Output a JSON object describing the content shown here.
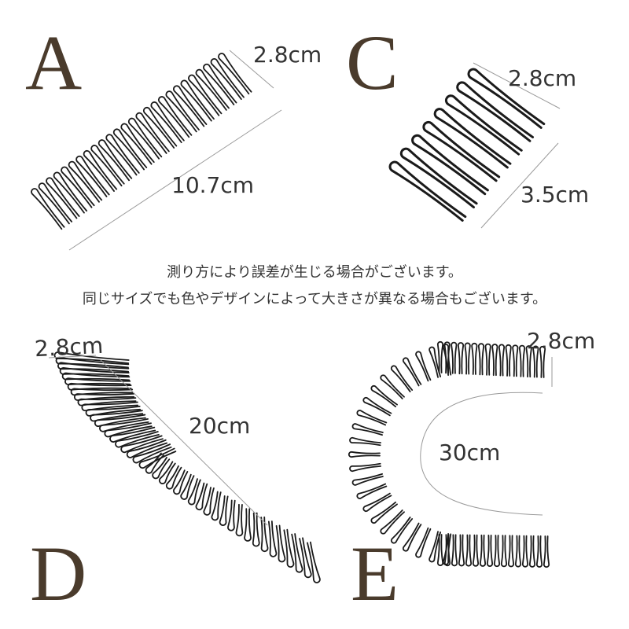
{
  "products": {
    "a": {
      "letter": "A",
      "width": "2.8cm",
      "length": "10.7cm"
    },
    "c": {
      "letter": "C",
      "width": "2.8cm",
      "length": "3.5cm"
    },
    "d": {
      "letter": "D",
      "width": "2.8cm",
      "length": "20cm"
    },
    "e": {
      "letter": "E",
      "width": "2.8cm",
      "length": "30cm"
    }
  },
  "notes": {
    "line1": "測り方により誤差が生じる場合がございます。",
    "line2": "同じサイズでも色やデザインによって大きさが異なる場合もございます。"
  },
  "colors": {
    "letter": "#4a3b2c",
    "pin": "#1a1a1a",
    "measure_line": "#9a9a9a"
  }
}
